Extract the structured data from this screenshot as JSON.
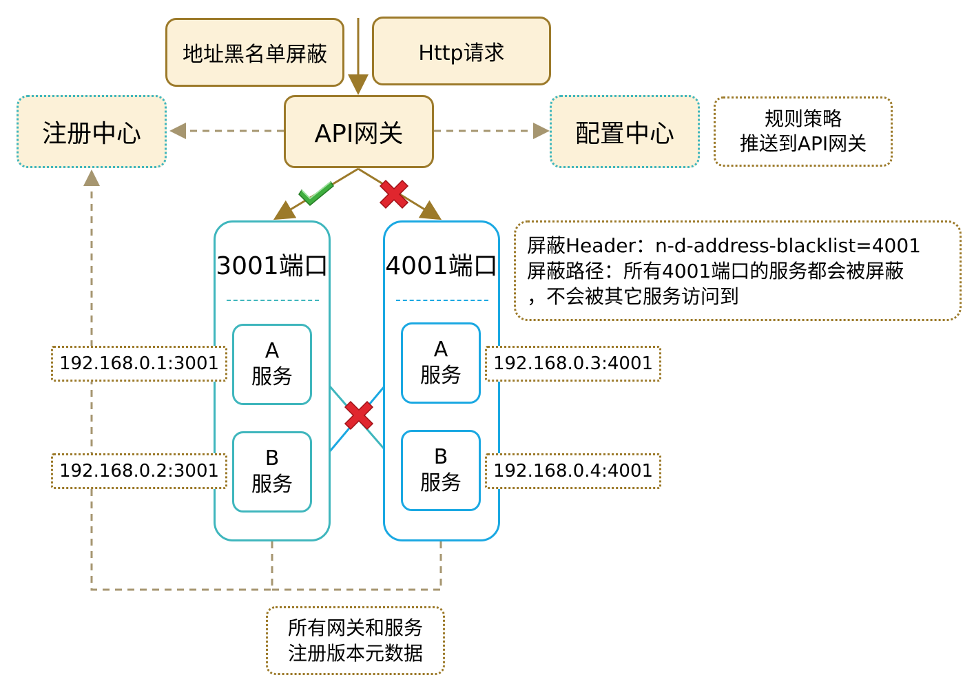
{
  "top": {
    "blacklist_label": "地址黑名单屏蔽",
    "http_label": "Http请求"
  },
  "gateway": {
    "label": "API网关"
  },
  "registry": {
    "label": "注册中心"
  },
  "config": {
    "label": "配置中心"
  },
  "rule_note": {
    "line1": "规则策略",
    "line2": "推送到API网关"
  },
  "ports": [
    {
      "title": "3001端口",
      "service_a": {
        "name": "A",
        "suffix": "服务"
      },
      "service_b": {
        "name": "B",
        "suffix": "服务"
      }
    },
    {
      "title": "4001端口",
      "service_a": {
        "name": "A",
        "suffix": "服务"
      },
      "service_b": {
        "name": "B",
        "suffix": "服务"
      }
    }
  ],
  "ips": {
    "a1": "192.168.0.1:3001",
    "b1": "192.168.0.2:3001",
    "a2": "192.168.0.3:4001",
    "b2": "192.168.0.4:4001"
  },
  "shield_note": {
    "line1": "屏蔽Header：n-d-address-blacklist=4001",
    "line2": "屏蔽路径：所有4001端口的服务都会被屏蔽",
    "line3": "，不会被其它服务访问到"
  },
  "metadata_note": {
    "line1": "所有网关和服务",
    "line2": "注册版本元数据"
  },
  "colors": {
    "brown": "#9c7a2a",
    "cream": "#fcf1d8",
    "teal": "#3fb6bd",
    "blue": "#1aa8e2",
    "dash_brown": "#a69670",
    "allow_green": "#3fae3f",
    "deny_red": "#e0262e"
  },
  "icons": {
    "allow": "check-icon",
    "deny": "cross-icon"
  }
}
